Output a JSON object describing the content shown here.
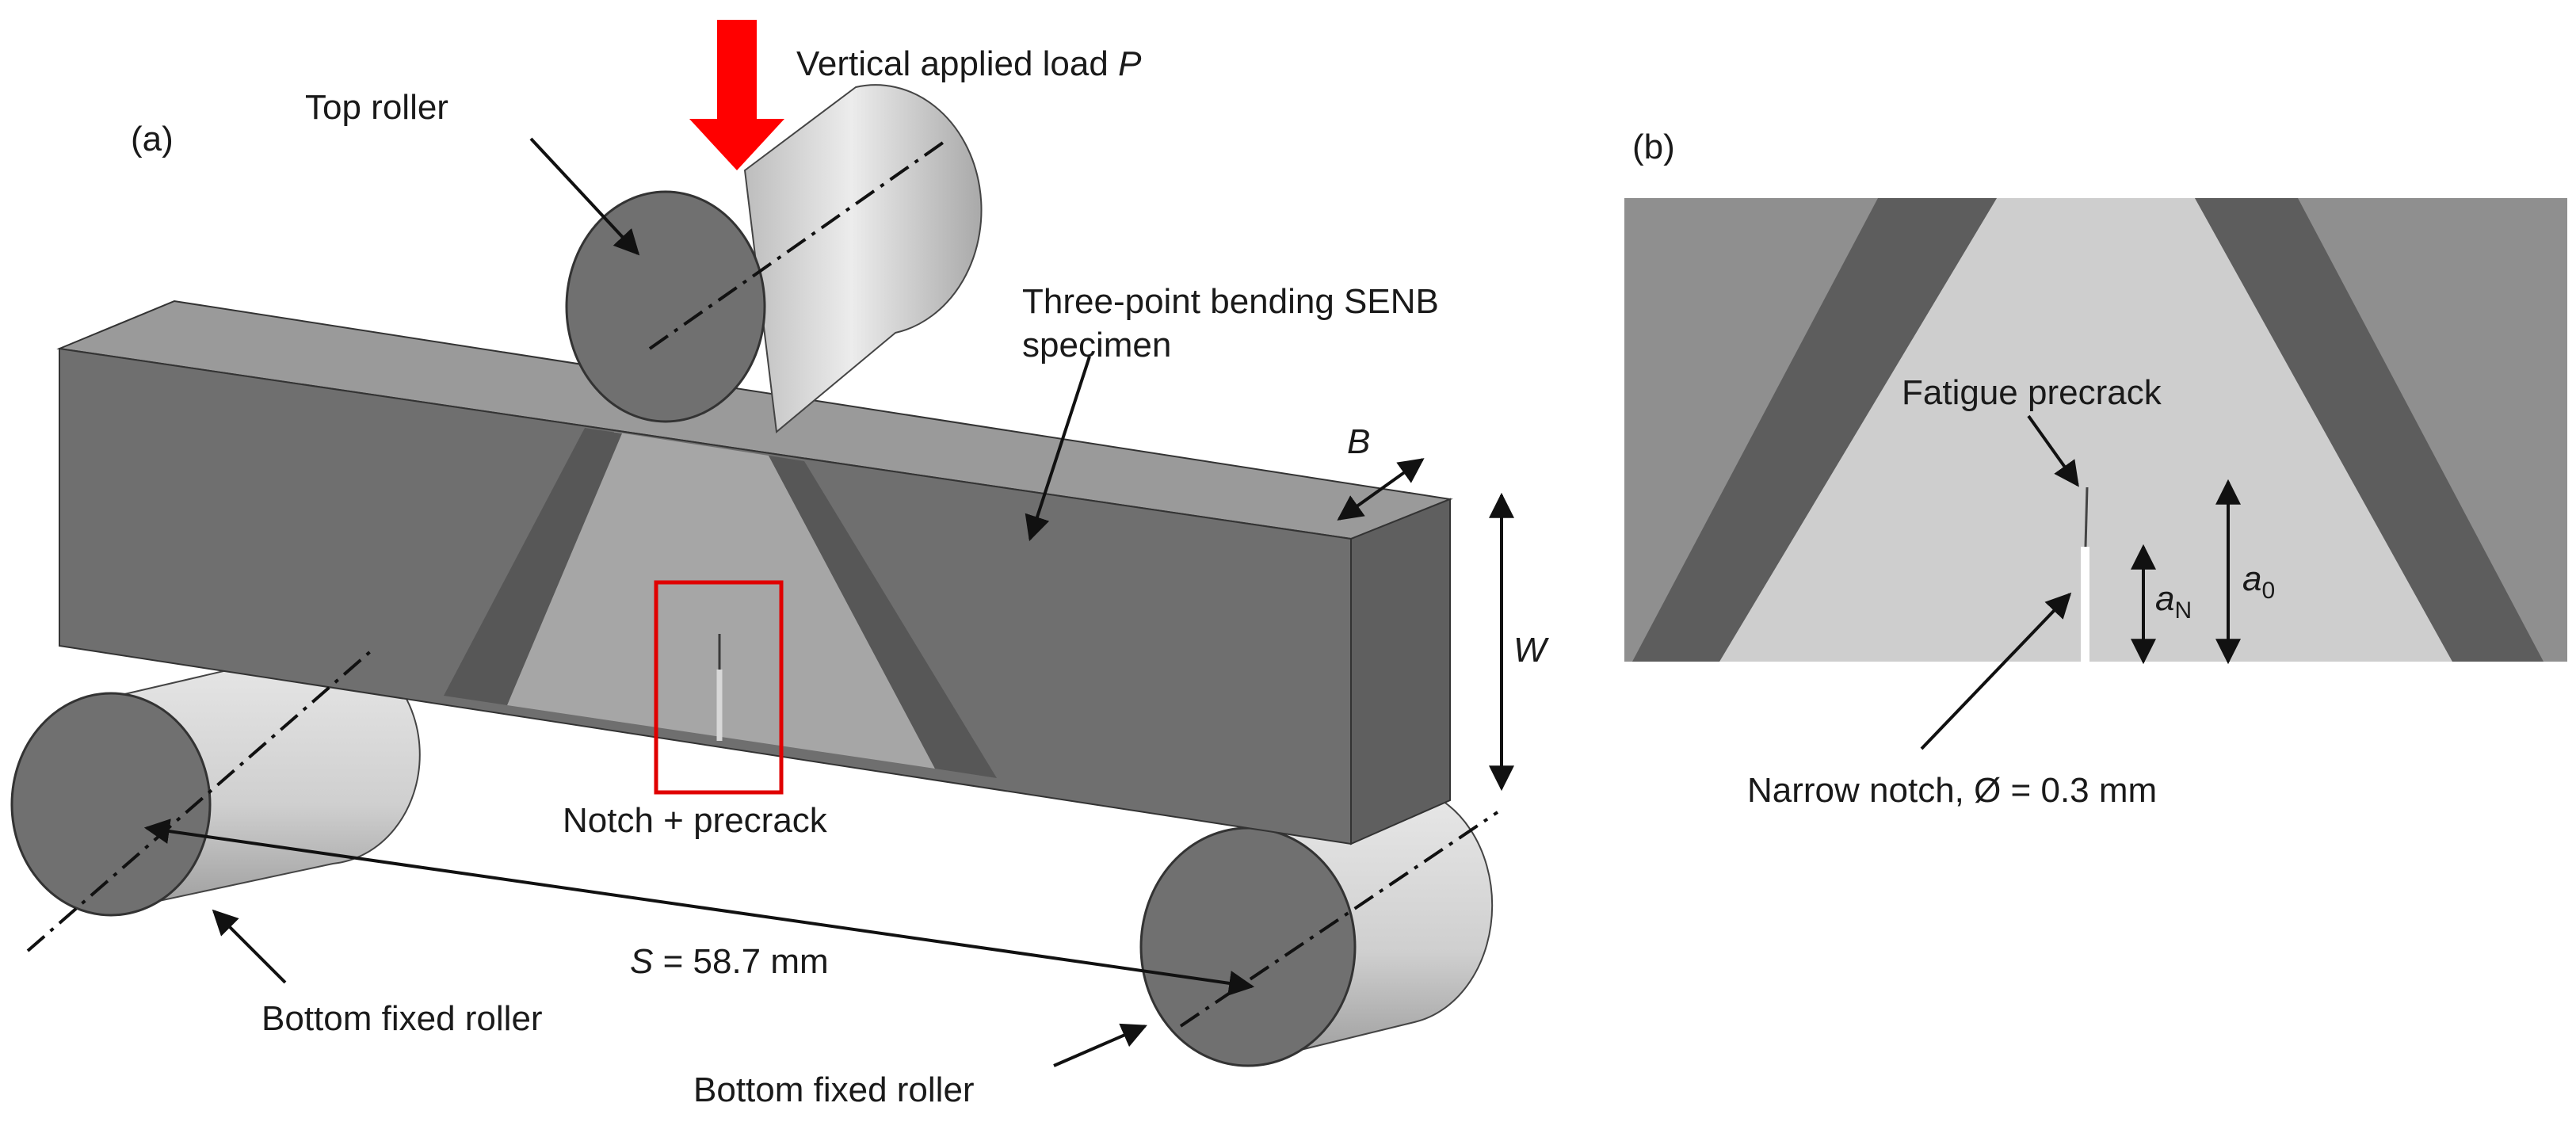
{
  "panel_a": {
    "tag": "(a)",
    "labels": {
      "load_text": "Vertical applied load ",
      "load_symbol": "P",
      "top_roller": "Top roller",
      "specimen_line1": "Three-point bending SENB",
      "specimen_line2": "specimen",
      "thickness_symbol": "B",
      "width_symbol": "W",
      "notch_precrack": "Notch + precrack",
      "span_symbol": "S",
      "span_value": " = 58.7 mm",
      "bottom_roller_left": "Bottom fixed roller",
      "bottom_roller_right": "Bottom fixed roller"
    }
  },
  "panel_b": {
    "tag": "(b)",
    "labels": {
      "fatigue_precrack": "Fatigue precrack",
      "notch_depth_symbol": "a",
      "notch_depth_sub": "N",
      "crack_length_symbol": "a",
      "crack_length_sub": "0",
      "narrow_notch": "Narrow notch, Ø = 0.3 mm"
    }
  },
  "colors": {
    "load_arrow": "#ff0000",
    "highlight_box": "#e00000",
    "specimen_front": "#6f6f6f",
    "specimen_top": "#9a9a9a",
    "deformed_zone": "#a6a6a6",
    "shear_band": "#575757",
    "roller_face": "#707070",
    "roller_body": "#d0d0d0"
  }
}
